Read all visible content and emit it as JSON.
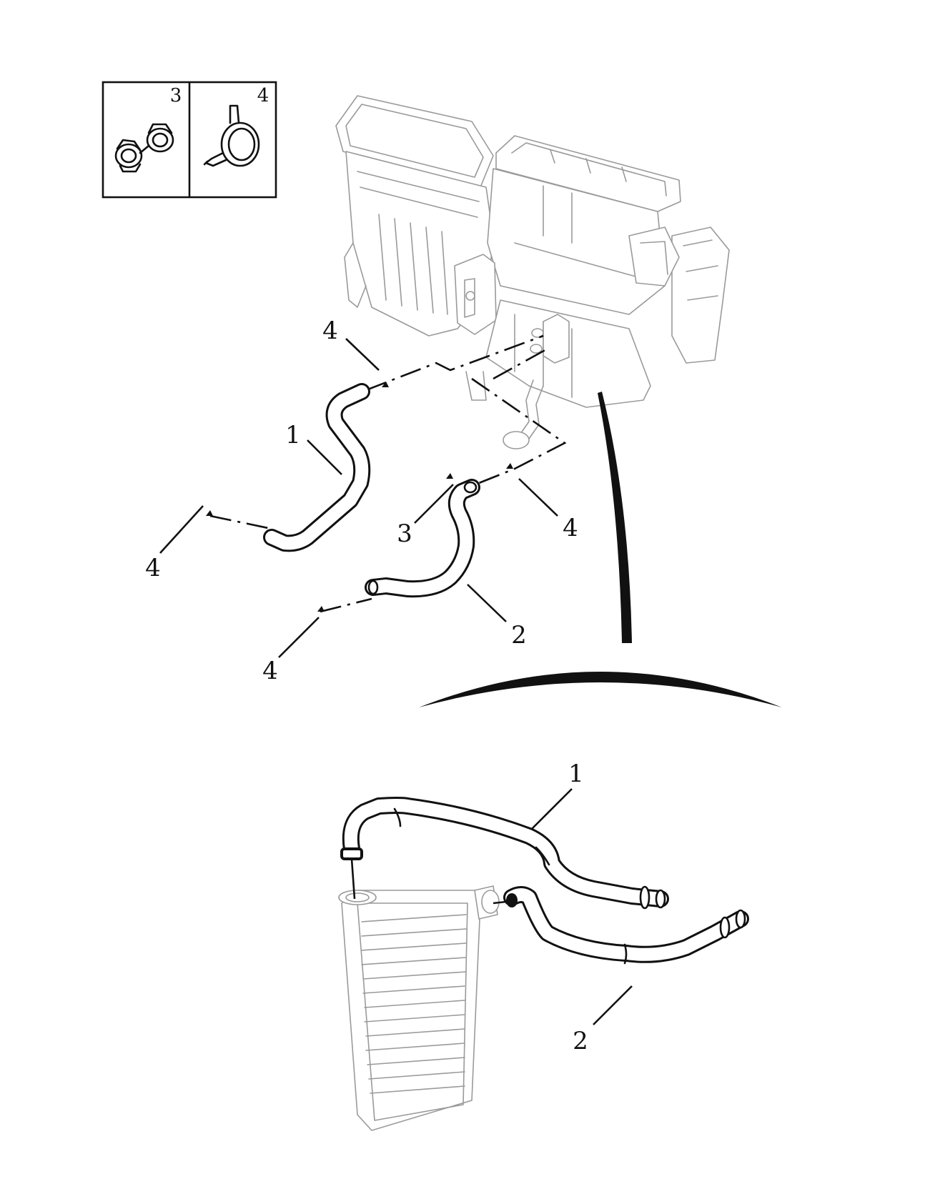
{
  "inset": {
    "left_label": "3",
    "right_label": "4",
    "left_icon": "hose-clip-icon",
    "right_icon": "band-clamp-icon"
  },
  "callouts": {
    "hose_1_top": "1",
    "clip_4_top_left": "4",
    "clip_4_left": "4",
    "clip_3_mid": "3",
    "clip_4_right": "4",
    "hose_2_top": "2",
    "clip_4_bottom": "4",
    "hose_1_bottom": "1",
    "hose_2_bottom": "2"
  },
  "colors": {
    "ink": "#111111",
    "ghost": "#9a9a9a",
    "background": "#ffffff"
  }
}
